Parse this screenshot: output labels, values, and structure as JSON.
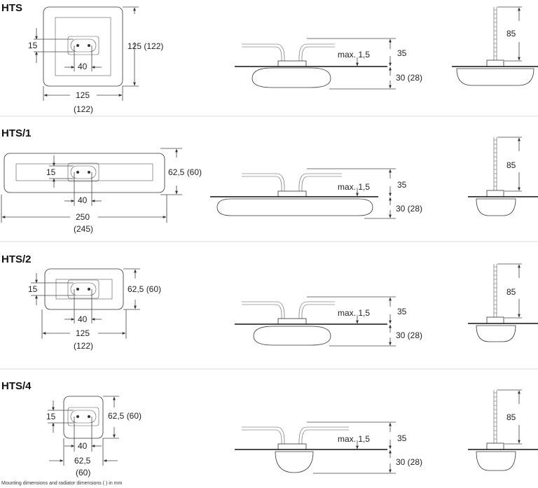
{
  "footnote": "Mounting dimensions and radiator dimensions ( ) in mm",
  "sections": [
    {
      "title": "HTS",
      "top": {
        "small": "15",
        "hole": "40",
        "height": "125 (122)",
        "width": "125",
        "width_alt": "(122)"
      },
      "side": {
        "max": "max. 1,5",
        "above": "35",
        "below": "30 (28)"
      },
      "end": {
        "height": "85"
      }
    },
    {
      "title": "HTS/1",
      "top": {
        "small": "15",
        "hole": "40",
        "height": "62,5 (60)",
        "width": "250",
        "width_alt": "(245)"
      },
      "side": {
        "max": "max. 1,5",
        "above": "35",
        "below": "30 (28)"
      },
      "end": {
        "height": "85"
      }
    },
    {
      "title": "HTS/2",
      "top": {
        "small": "15",
        "hole": "40",
        "height": "62,5 (60)",
        "width": "125",
        "width_alt": "(122)"
      },
      "side": {
        "max": "max. 1,5",
        "above": "35",
        "below": "30 (28)"
      },
      "end": {
        "height": "85"
      }
    },
    {
      "title": "HTS/4",
      "top": {
        "small": "15",
        "hole": "40",
        "height": "62,5 (60)",
        "width": "62,5",
        "width_alt": "(60)"
      },
      "side": {
        "max": "max. 1,5",
        "above": "35",
        "below": "30 (28)"
      },
      "end": {
        "height": "85"
      }
    }
  ]
}
